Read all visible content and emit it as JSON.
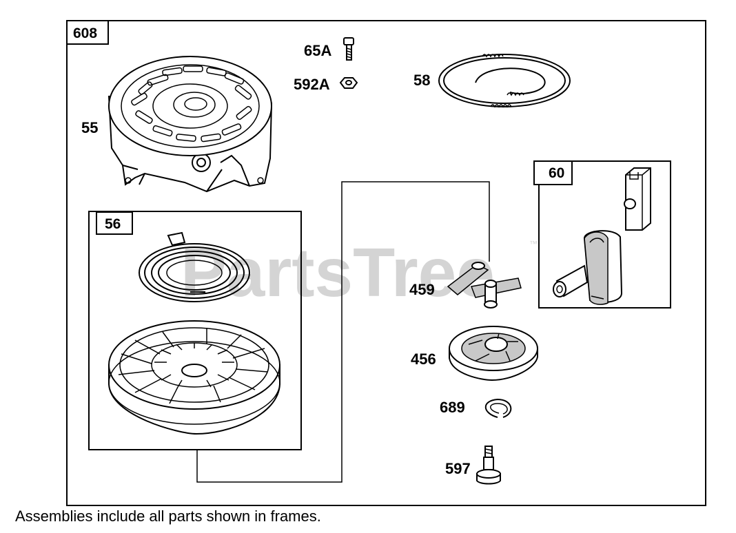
{
  "watermark": {
    "text": "PartsTree",
    "trademark": "™"
  },
  "frames": {
    "main": {
      "number": "608"
    },
    "recoil": {
      "number": "56"
    },
    "handle": {
      "number": "60"
    }
  },
  "parts": {
    "p65a": "65A",
    "p592a": "592A",
    "p58": "58",
    "p55": "55",
    "p459": "459",
    "p456": "456",
    "p689": "689",
    "p597": "597"
  },
  "footnote": "Assemblies include all parts shown in frames."
}
